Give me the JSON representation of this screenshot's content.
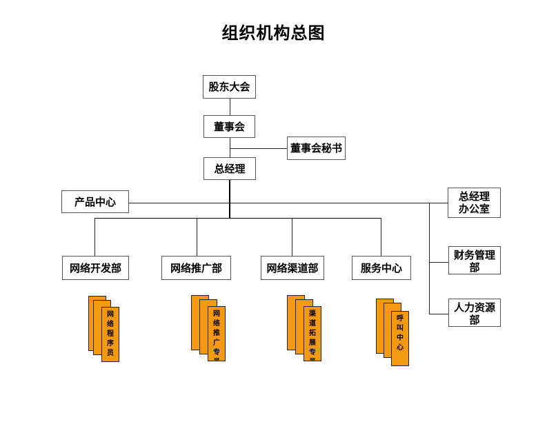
{
  "title": "组织机构总图",
  "nodes": {
    "shareholders": "股东大会",
    "board": "董事会",
    "secretary": "董事会秘书",
    "gm": "总经理",
    "product_center": "产品中心",
    "gm_office": "总经理\n办公室",
    "finance": "财务管理部",
    "hr": "人力资源部",
    "net_dev": "网络开发部",
    "net_promo": "网络推广部",
    "net_channel": "网络渠道部",
    "service": "服务中心"
  },
  "cards": {
    "net_dev": "网络程序员",
    "net_promo": "网络推广专员",
    "net_channel": "渠道拓展专员",
    "service": "呼叫中心"
  },
  "colors": {
    "card_fill": "#f39a12",
    "line": "#222222"
  }
}
